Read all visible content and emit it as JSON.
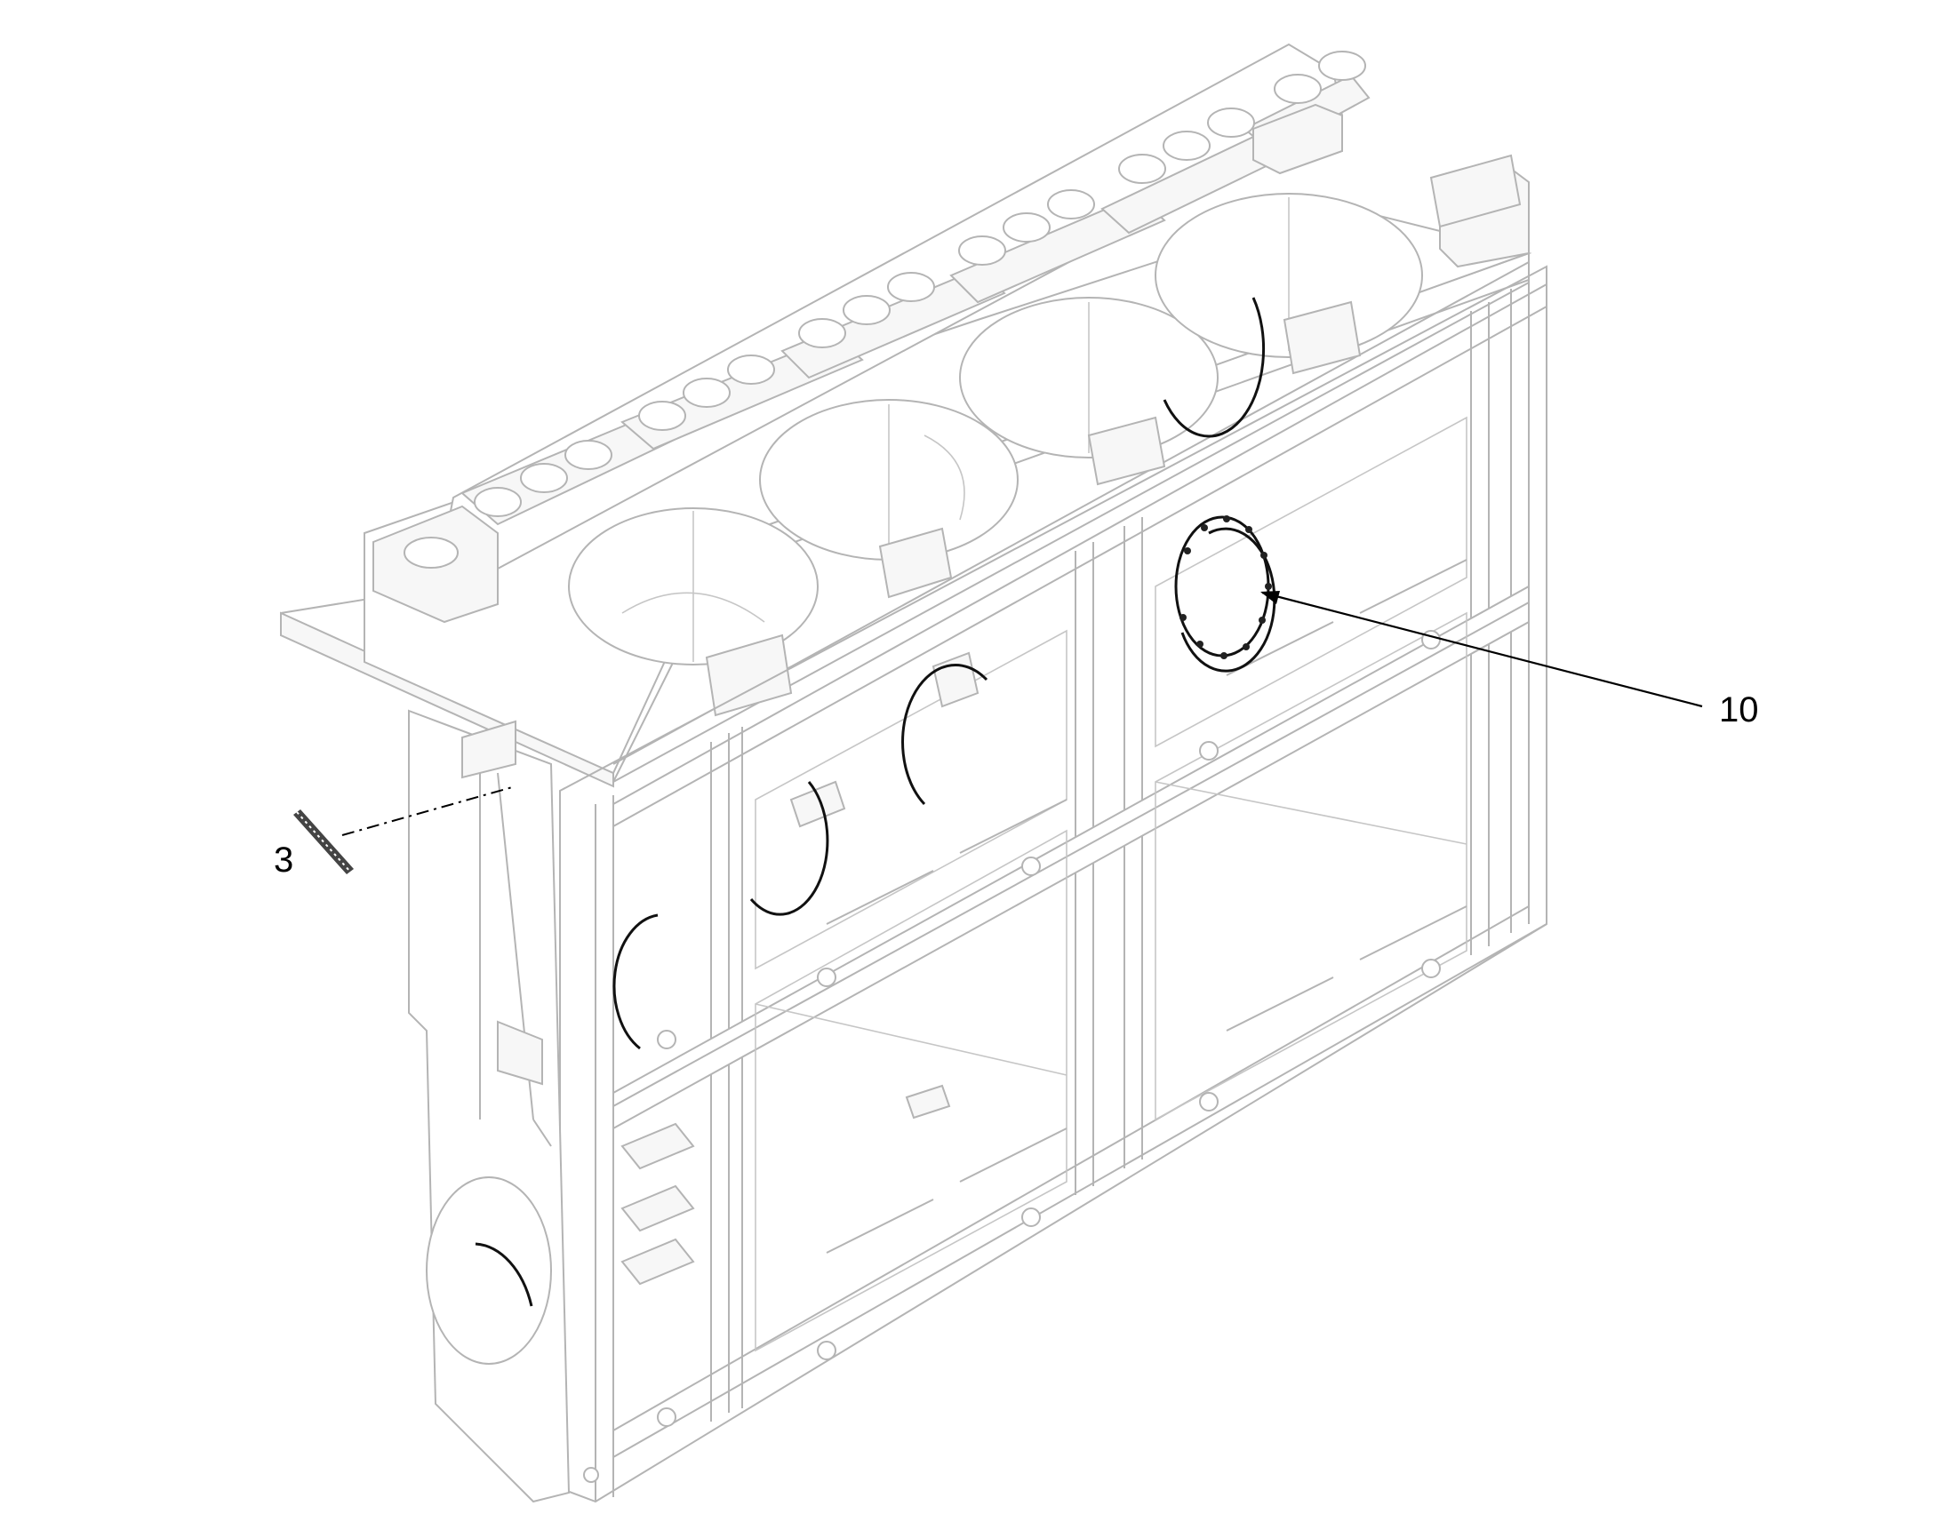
{
  "callouts": [
    {
      "id": "item-3",
      "label": "3"
    },
    {
      "id": "item-10",
      "label": "10"
    }
  ]
}
